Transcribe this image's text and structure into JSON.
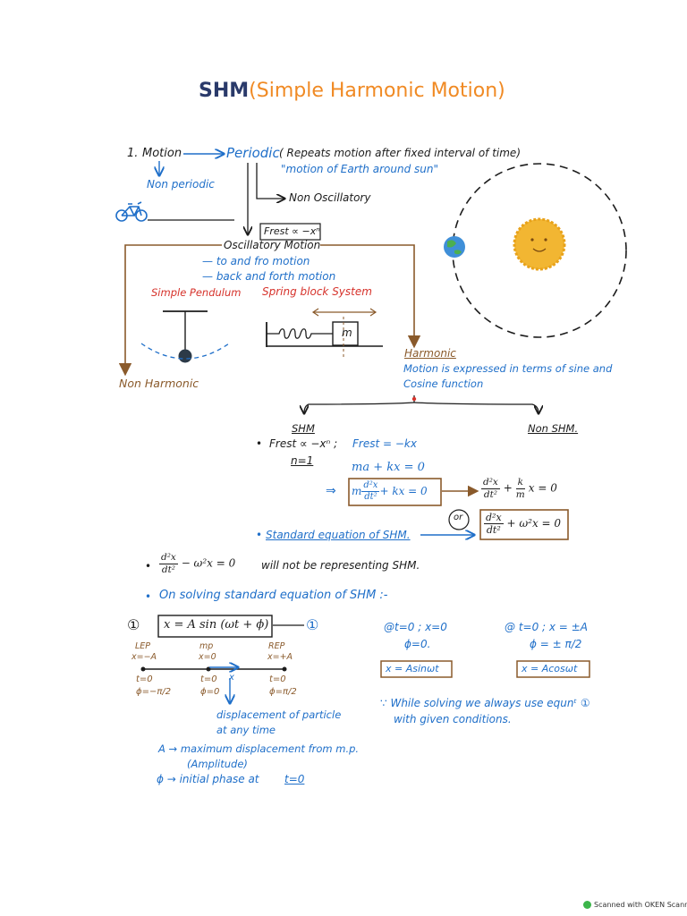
{
  "title": {
    "prefix": "SHM",
    "suffix": "(Simple Harmonic Motion)"
  },
  "classification": {
    "item_number": "1.",
    "motion": "Motion",
    "periodic": "Periodic",
    "periodic_note": "( Repeats motion after fixed interval of time)",
    "periodic_example": "\"motion of Earth around sun\"",
    "non_periodic": "Non periodic",
    "non_oscillatory": "Non Oscillatory",
    "force_relation": "Frest ∝ −xⁿ",
    "oscillatory": "Oscillatory Motion",
    "to_fro": "— to and fro motion",
    "back_forth": "— back and forth motion",
    "simple_pendulum": "Simple Pendulum",
    "spring_block": "Spring block System",
    "mass_label": "m",
    "non_harmonic": "Non Harmonic",
    "harmonic": "Harmonic",
    "harmonic_desc_1": "Motion is expressed in terms of sine and",
    "harmonic_desc_2": "Cosine function",
    "shm": "SHM",
    "non_shm": "Non SHM."
  },
  "equations": {
    "bullet_force": "Frest ∝ −xⁿ ;",
    "force_hooke": "Frest = −kx",
    "n_equals": "n=1",
    "ma_kx": "ma + kx = 0",
    "implies": "⇒",
    "m_label": "m",
    "d2x": "d²x",
    "dt2": "dt²",
    "plus_kx": "+ kx = 0",
    "plus": "+",
    "k_over": "k",
    "m_under": "m",
    "x_zero": "x  = 0",
    "or": "or",
    "omega_term": "+ ω²x = 0",
    "standard_eq": "Standard equation of SHM.",
    "not_shm_term": "− ω²x = 0",
    "not_shm_text": "will not be representing SHM.",
    "on_solving": "On solving standard equation of SHM :-"
  },
  "solution": {
    "circled_1": "①",
    "main_eq": "x = A sin (ωt + ϕ)",
    "lep": "LEP",
    "lep_x": "x=−A",
    "mp": "mp",
    "mp_x": "x=0",
    "rep": "REP",
    "rep_x": "x=+A",
    "x_marker": "x",
    "t0": "t=0",
    "phi_lep": "ϕ=−π/2",
    "phi_mp": "ϕ=0",
    "phi_rep": "ϕ=π/2",
    "displacement_1": "displacement of particle",
    "displacement_2": "at any time",
    "amp_def": "A → maximum displacement from m.p.",
    "amp_word": "(Amplitude)",
    "phase_def": "ϕ → initial phase at",
    "phase_t": "t=0",
    "case1_cond": "@t=0 ; x=0",
    "case1_phi": "ϕ=0.",
    "case1_result": "x = Asinωt",
    "case2_cond": "@ t=0 ; x = ±A",
    "case2_phi": "ϕ = ± π/2",
    "case2_result": "x = Acosωt",
    "note_1": "∵ While solving we always use equnᵗ ①",
    "note_2": "with given conditions."
  },
  "footer": {
    "scanner": "Scanned with OKEN Scanner"
  },
  "colors": {
    "ink_black": "#1c1c1c",
    "ink_blue": "#1f6fc9",
    "ink_red": "#d6322b",
    "ink_brown": "#8a5a2b",
    "title_navy": "#2a3a6a",
    "title_orange": "#f08a24",
    "sun": "#f2b632"
  }
}
